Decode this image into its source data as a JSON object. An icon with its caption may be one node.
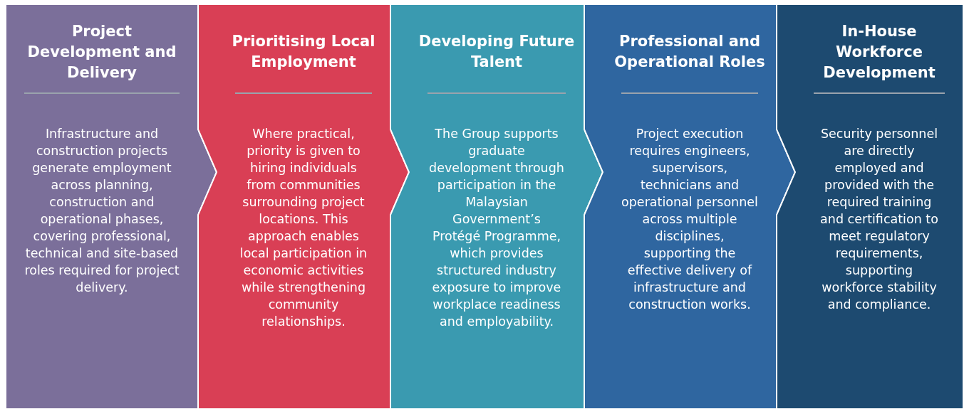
{
  "diagram": {
    "nodes": [
      {
        "text": [
          "Project Development and Delivery",
          "Infrastructure and construction projects generate employment across planning, construction and operational phases, covering professional, technical and site-based roles required for project delivery."
        ]
      },
      {
        "text": [
          "Prioritising Local Employment",
          "Where practical, priority is given to hiring individuals from communities surrounding project locations. This approach enables local participation in economic activities while strengthening community relationships."
        ]
      },
      {
        "text": [
          "Developing Future Talent",
          "The Group supports graduate development through participation in the Malaysian Government’s Protégé Programme, which provides structured industry exposure to improve workplace readiness and employability."
        ]
      },
      {
        "text": [
          "Professional and Operational Roles",
          "Project execution requires engineers, supervisors, technicians and operational personnel across multiple disciplines, supporting the effective delivery of infrastructure and construction works."
        ]
      },
      {
        "text": [
          "In-House Workforce Development",
          "Security personnel are directly employed and provided with the required training and certification to meet regulatory requirements, supporting workforce stability and compliance."
        ]
      }
    ]
  }
}
